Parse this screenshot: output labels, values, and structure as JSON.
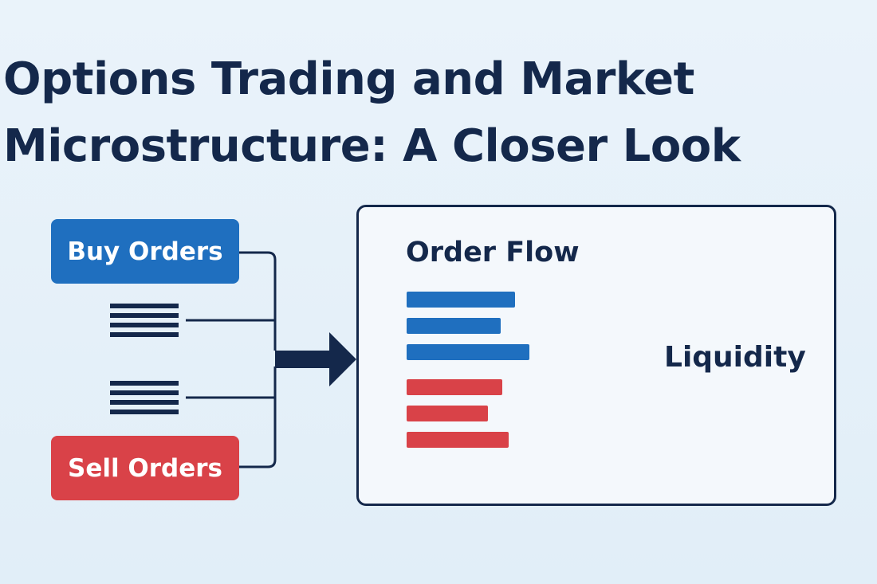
{
  "title": {
    "line1": "Options Trading and Market",
    "line2": "Microstructure: A Closer Look"
  },
  "inputs": {
    "buy_label": "Buy Orders",
    "sell_label": "Sell Orders",
    "buy_color": "#1f6fbf",
    "sell_color": "#d94248"
  },
  "order_flow": {
    "title": "Order Flow",
    "buy_bars": [
      0.53,
      0.46,
      0.6
    ],
    "sell_bars": [
      0.47,
      0.4,
      0.5
    ]
  },
  "output": {
    "label": "Liquidity"
  },
  "colors": {
    "ink": "#14284b",
    "background": "#e5f0f9",
    "panel": "#f4f8fc"
  },
  "icons": [
    "order-stack-icon",
    "arrow-right-icon"
  ]
}
